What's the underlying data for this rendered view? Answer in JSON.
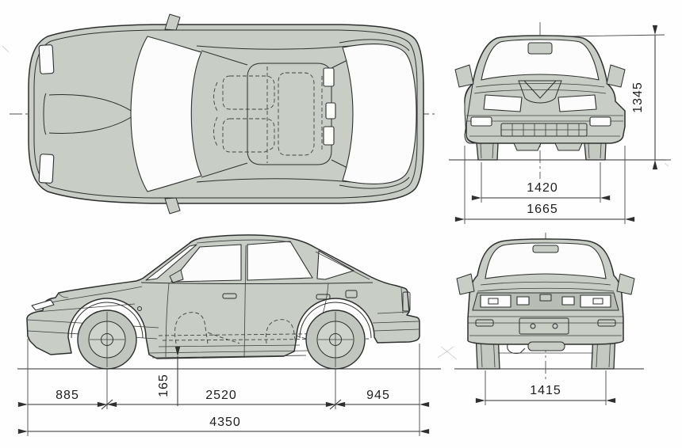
{
  "figure": {
    "kind": "car-orthographic-blueprint",
    "views": [
      "top-view",
      "side-view",
      "front-view",
      "rear-view"
    ],
    "colors": {
      "background": "#fefefe",
      "body_fill": "#c8cdc6",
      "dark_panel": "#b7bdb5",
      "glass": "#fcfcfc",
      "line": "#2d2f2e",
      "dimension_line": "#2f2f2f"
    }
  },
  "dimensions": {
    "side": {
      "front_overhang": "885",
      "ground_clearance": "165",
      "wheelbase": "2520",
      "rear_overhang": "945",
      "overall_length": "4350"
    },
    "front": {
      "overall_height": "1345",
      "front_track": "1420",
      "overall_width": "1665"
    },
    "rear": {
      "rear_track": "1415"
    }
  }
}
